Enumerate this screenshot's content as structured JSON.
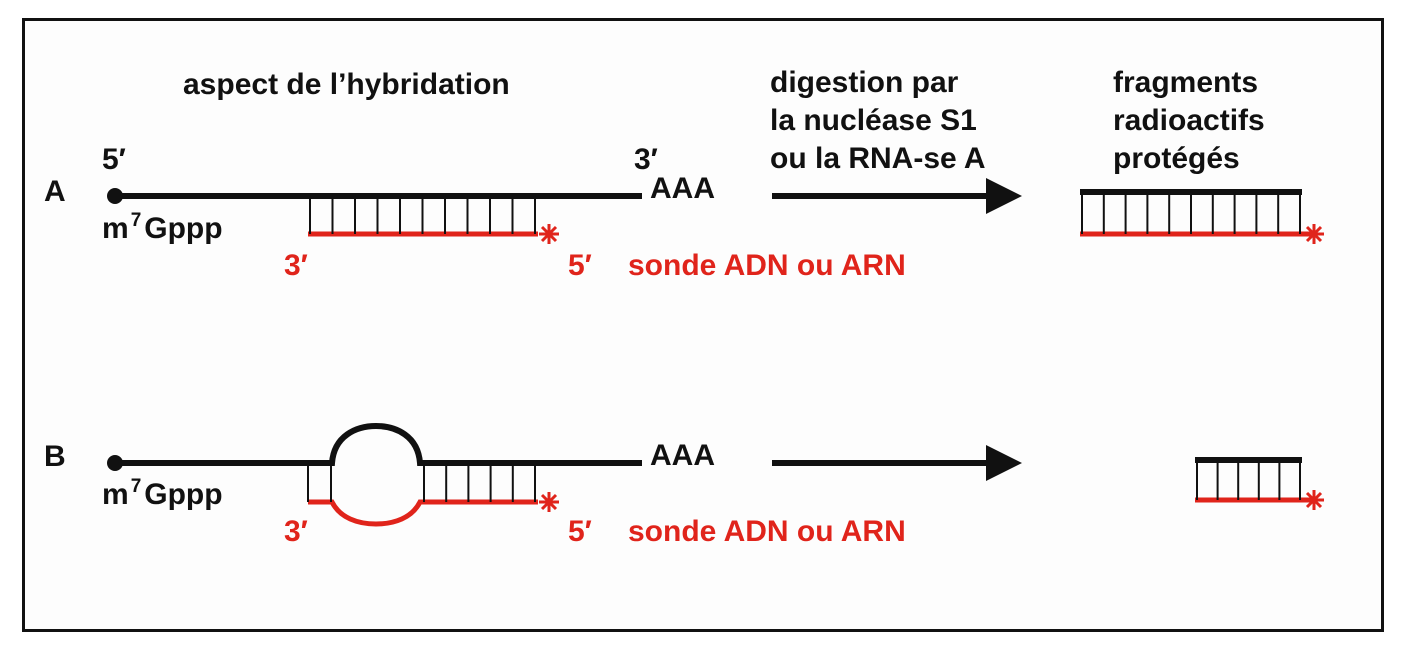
{
  "header": {
    "hybridation": "aspect de l’hybridation",
    "digestion": [
      "digestion par",
      "la nucléase S1",
      "ou la RNA-se A"
    ],
    "fragments": [
      "fragments",
      "radioactifs",
      "protégés"
    ]
  },
  "panel_a": {
    "label": "A",
    "end5": "5′",
    "end3": "3′",
    "polyA": "AAA",
    "cap_main": "m",
    "cap_sup": "7",
    "cap_tail": "Gppp",
    "probe3": "3′",
    "probe5": "5′",
    "probe_label": "sonde ADN ou ARN"
  },
  "panel_b": {
    "label": "B",
    "polyA": "AAA",
    "cap_main": "m",
    "cap_sup": "7",
    "cap_tail": "Gppp",
    "probe3": "3′",
    "probe5": "5′",
    "probe_label": "sonde ADN ou ARN"
  },
  "colors": {
    "rna": "#111111",
    "probe": "#e0241b"
  }
}
